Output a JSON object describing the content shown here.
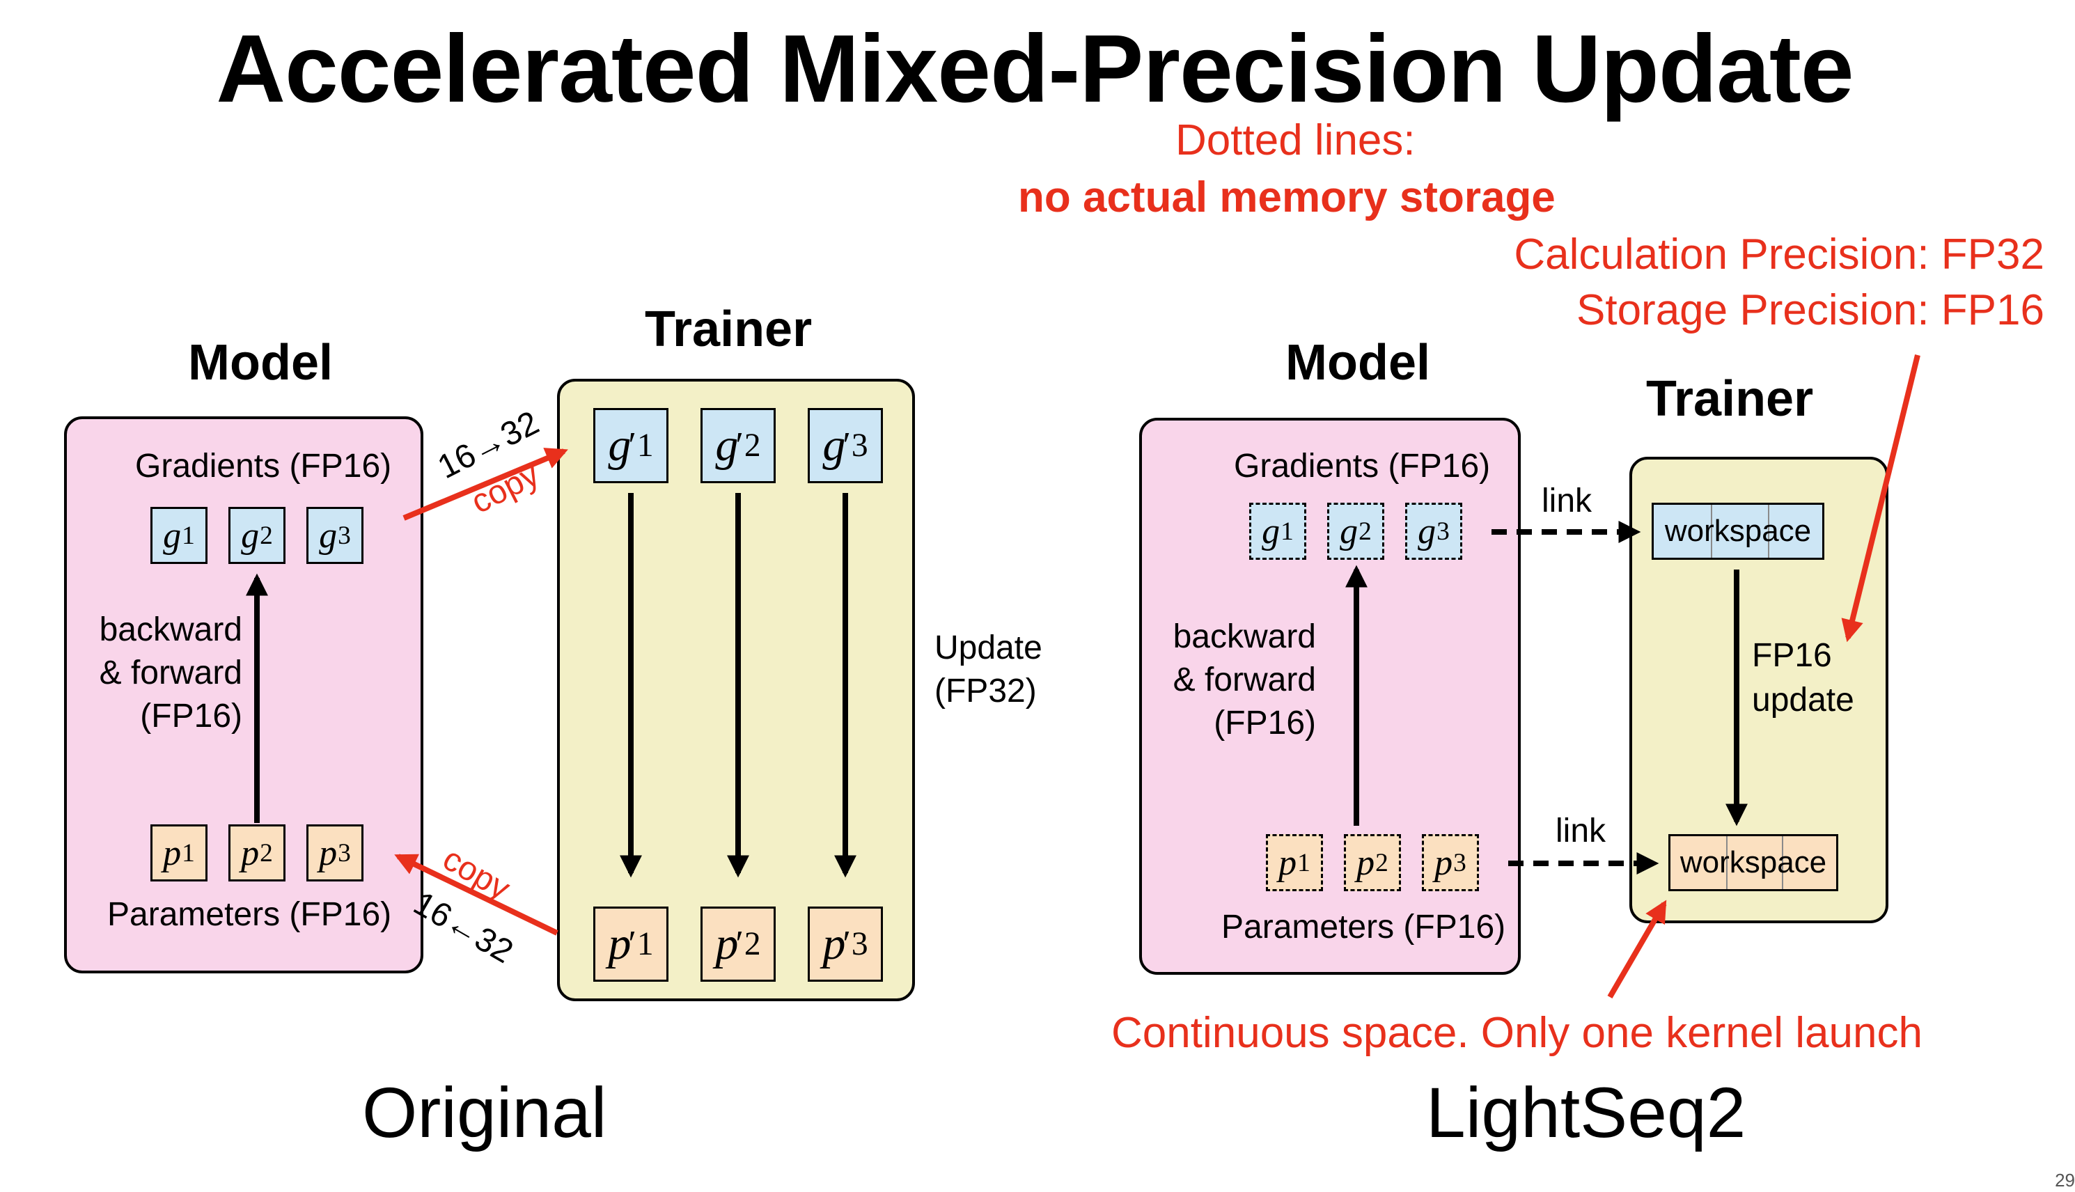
{
  "title": "Accelerated Mixed-Precision Update",
  "notes": {
    "dotted_lines": "Dotted lines:",
    "no_storage": "no actual memory storage",
    "calc_precision": "Calculation Precision: FP32",
    "storage_precision": "Storage Precision: FP16",
    "continuous_space": "Continuous space. Only one kernel launch"
  },
  "original": {
    "caption": "Original",
    "model_heading": "Model",
    "trainer_heading": "Trainer",
    "gradients_label": "Gradients (FP16)",
    "parameters_label": "Parameters (FP16)",
    "backward_lines": [
      "backward",
      "& forward",
      "(FP16)"
    ],
    "update_lines": [
      "Update",
      "(FP32)"
    ],
    "copy_top": "copy",
    "copy_bottom": "copy",
    "cast_top": "16→32",
    "cast_bottom": "16←32",
    "model_grads": [
      {
        "base": "g",
        "sub": "1"
      },
      {
        "base": "g",
        "sub": "2"
      },
      {
        "base": "g",
        "sub": "3"
      }
    ],
    "model_params": [
      {
        "base": "p",
        "sub": "1"
      },
      {
        "base": "p",
        "sub": "2"
      },
      {
        "base": "p",
        "sub": "3"
      }
    ],
    "trainer_grads": [
      {
        "base": "g",
        "sub": "1",
        "prime": "′"
      },
      {
        "base": "g",
        "sub": "2",
        "prime": "′"
      },
      {
        "base": "g",
        "sub": "3",
        "prime": "′"
      }
    ],
    "trainer_params": [
      {
        "base": "p",
        "sub": "1",
        "prime": "′"
      },
      {
        "base": "p",
        "sub": "2",
        "prime": "′"
      },
      {
        "base": "p",
        "sub": "3",
        "prime": "′"
      }
    ]
  },
  "lightseq": {
    "caption": "LightSeq2",
    "model_heading": "Model",
    "trainer_heading": "Trainer",
    "gradients_label": "Gradients (FP16)",
    "parameters_label": "Parameters (FP16)",
    "backward_lines": [
      "backward",
      "& forward",
      "(FP16)"
    ],
    "link_top": "link",
    "link_bottom": "link",
    "workspace_top": "workspace",
    "workspace_bottom": "workspace",
    "update_lines": [
      "FP16",
      "update"
    ],
    "model_grads": [
      {
        "base": "g",
        "sub": "1"
      },
      {
        "base": "g",
        "sub": "2"
      },
      {
        "base": "g",
        "sub": "3"
      }
    ],
    "model_params": [
      {
        "base": "p",
        "sub": "1"
      },
      {
        "base": "p",
        "sub": "2"
      },
      {
        "base": "p",
        "sub": "3"
      }
    ]
  },
  "colors": {
    "model_panel": "#f9d5ea",
    "trainer_panel": "#f3f0c7",
    "gradient_tile": "#cde6f5",
    "parameter_tile": "#fbe0c0",
    "annotation_red": "#e8301c",
    "page_number": "#555555"
  },
  "page_number": "29"
}
